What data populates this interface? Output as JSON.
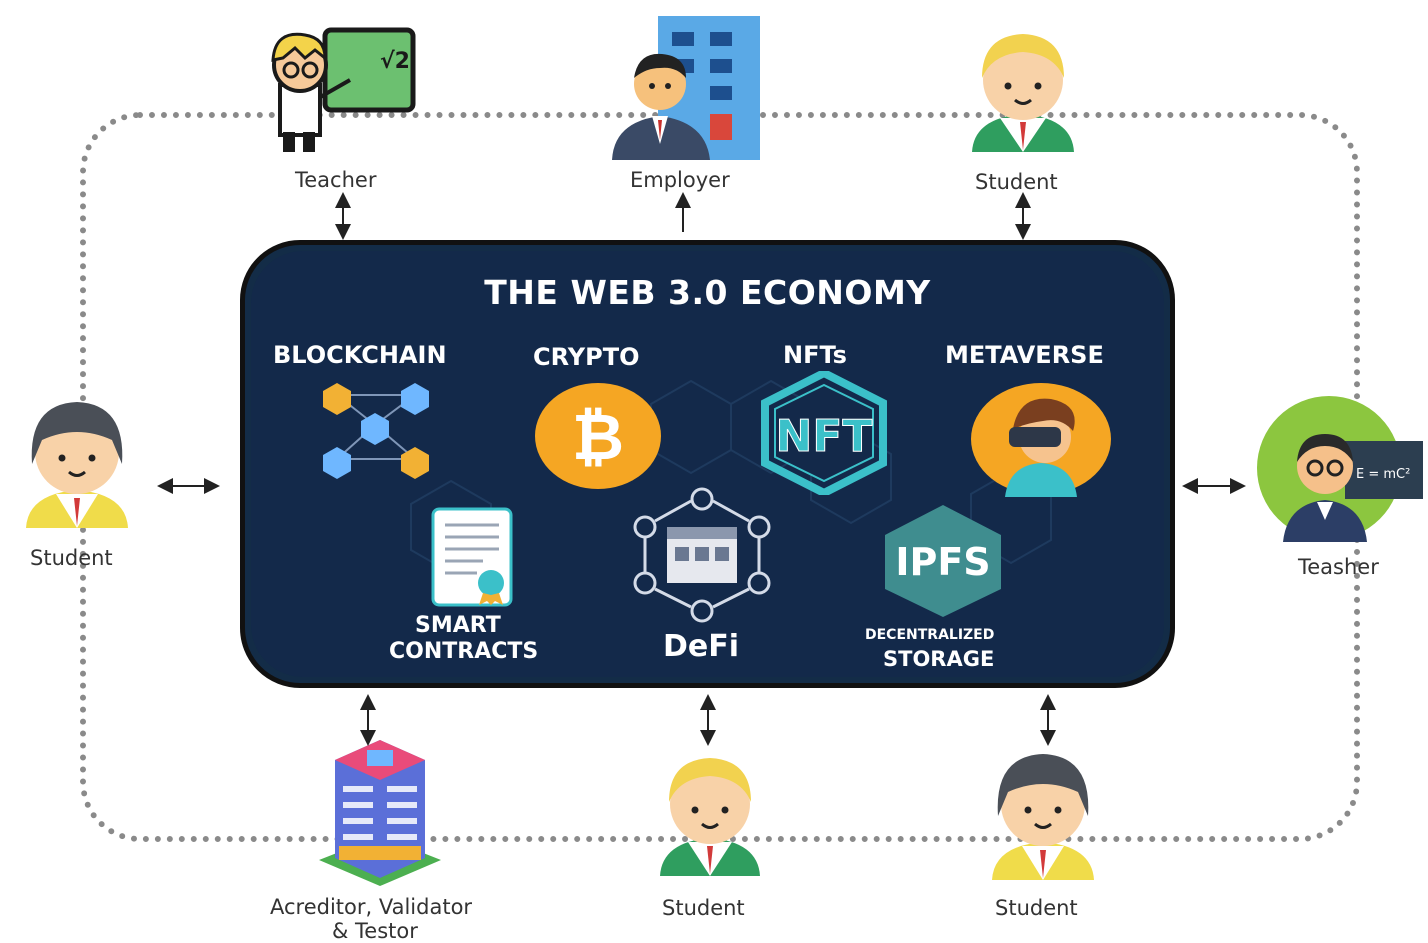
{
  "center": {
    "title": "THE WEB 3.0 ECONOMY",
    "blockchain": "BLOCKCHAIN",
    "crypto": "CRYPTO",
    "nfts": "NFTs",
    "nft_logo": "NFT",
    "metaverse": "METAVERSE",
    "smart_contracts_1": "SMART",
    "smart_contracts_2": "CONTRACTS",
    "defi": "DeFi",
    "ipfs_logo": "IPFS",
    "storage_1": "DECENTRALIZED",
    "storage_2": "STORAGE"
  },
  "actors": {
    "top_left": "Teacher",
    "top_center": "Employer",
    "top_right": "Student",
    "left": "Student",
    "right": "Teasher",
    "bottom_left_1": "Acreditor, Validator",
    "bottom_left_2": "& Testor",
    "bottom_center": "Student",
    "bottom_right": "Student"
  },
  "board_text": "√2",
  "board_text_right": "E = mC²",
  "colors": {
    "panel": "#13294a",
    "bitcoin": "#f5a623",
    "nft": "#3bc0c9",
    "ipfs": "#3f8d8f",
    "connector": "#222222"
  }
}
